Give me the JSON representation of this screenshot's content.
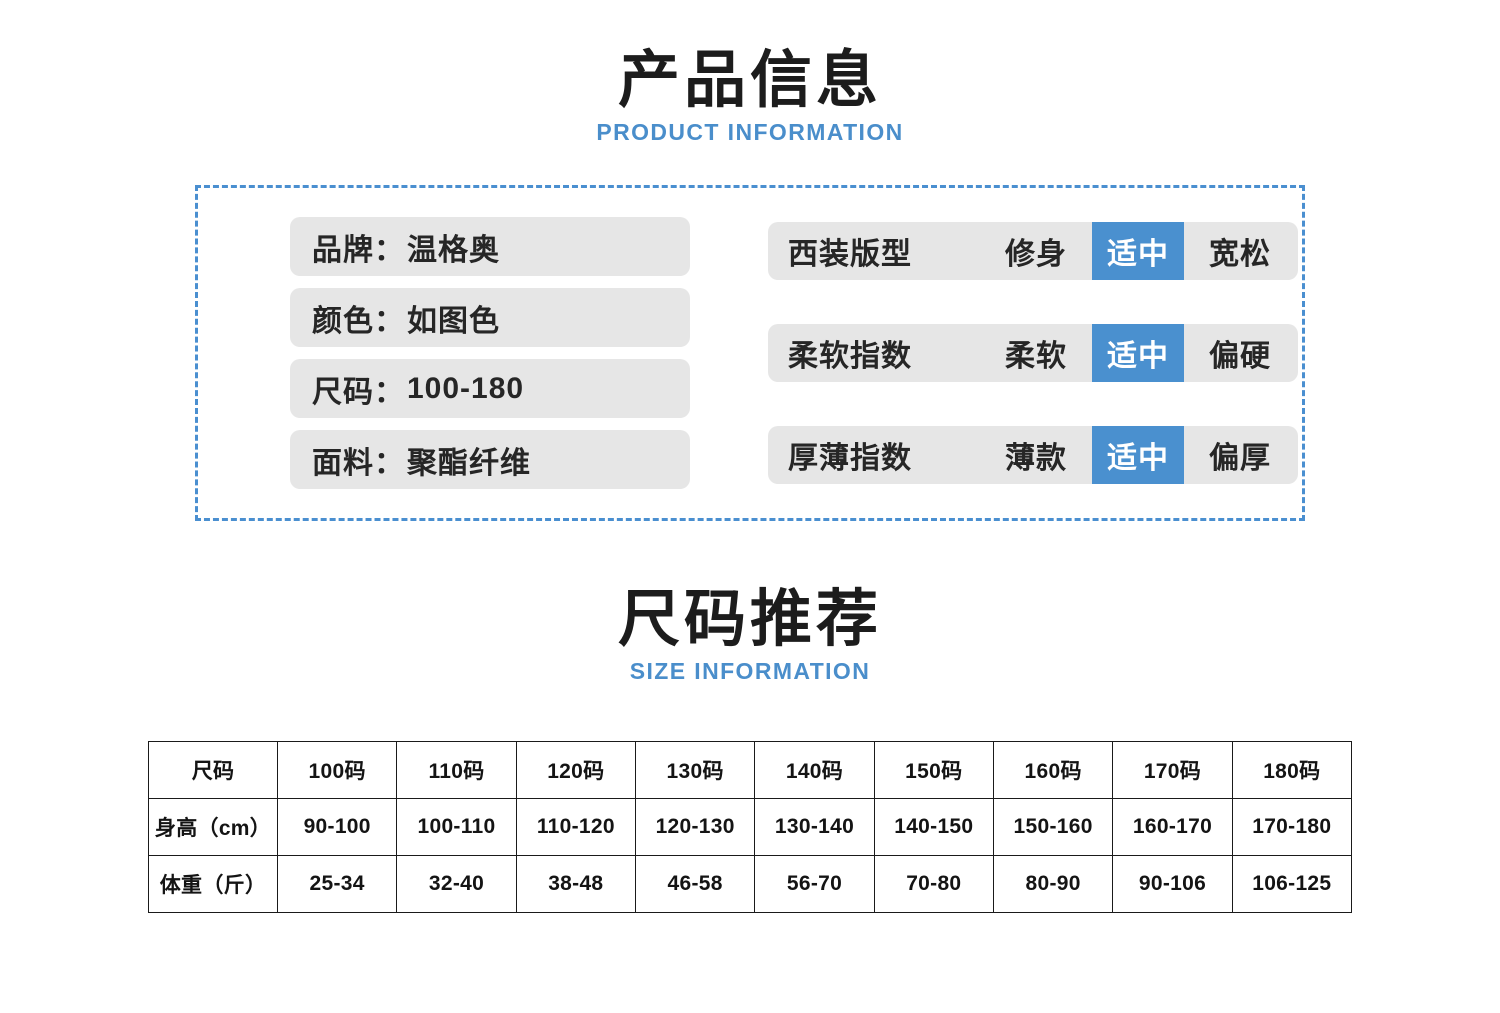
{
  "product_section": {
    "cn_title": "产品信息",
    "en_title": "PRODUCT INFORMATION",
    "accent_color": "#4a8ecb",
    "panel_border_color": "#4a8fd0",
    "chip_bg_color": "#e6e6e6",
    "selected_color": "#4a90cf",
    "specs": [
      {
        "label": "品牌：",
        "value": "温格奥"
      },
      {
        "label": "颜色：",
        "value": "如图色"
      },
      {
        "label": "尺码：",
        "value": "100-180"
      },
      {
        "label": "面料：",
        "value": "聚酯纤维"
      }
    ],
    "indices": [
      {
        "name": "西装版型",
        "options": [
          "修身",
          "适中",
          "宽松"
        ],
        "selected": "适中"
      },
      {
        "name": "柔软指数",
        "options": [
          "柔软",
          "适中",
          "偏硬"
        ],
        "selected": "适中"
      },
      {
        "name": "厚薄指数",
        "options": [
          "薄款",
          "适中",
          "偏厚"
        ],
        "selected": "适中"
      }
    ]
  },
  "size_section": {
    "cn_title": "尺码推荐",
    "en_title": "SIZE INFORMATION",
    "table": {
      "header": [
        "尺码",
        "100码",
        "110码",
        "120码",
        "130码",
        "140码",
        "150码",
        "160码",
        "170码",
        "180码"
      ],
      "rows": [
        [
          "身高（cm）",
          "90-100",
          "100-110",
          "110-120",
          "120-130",
          "130-140",
          "140-150",
          "150-160",
          "160-170",
          "170-180"
        ],
        [
          "体重（斤）",
          "25-34",
          "32-40",
          "38-48",
          "46-58",
          "56-70",
          "70-80",
          "80-90",
          "90-106",
          "106-125"
        ]
      ]
    }
  }
}
